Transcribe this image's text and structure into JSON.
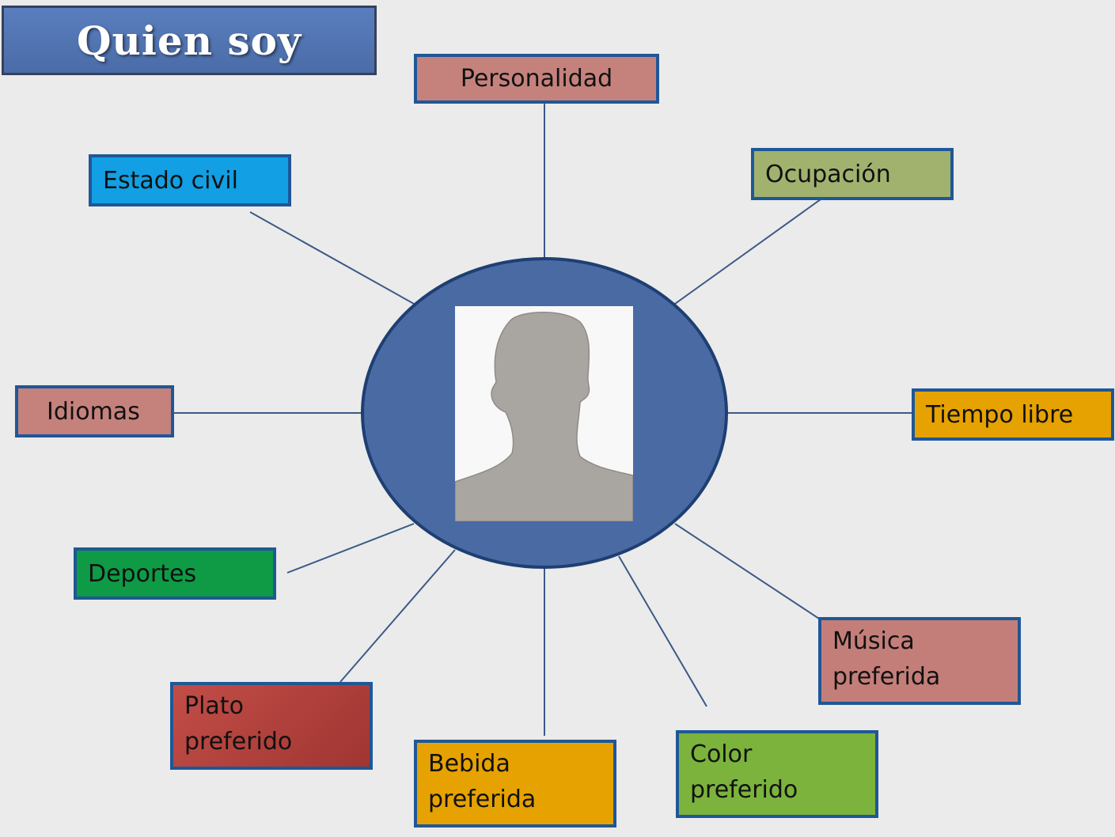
{
  "title": "Quien soy",
  "center": {
    "icon": "person-silhouette-icon",
    "fill": "#4a6aa3"
  },
  "nodes": {
    "personalidad": {
      "label": "Personalidad",
      "color": "#c5827c"
    },
    "ocupacion": {
      "label": "Ocupación",
      "color": "#a1b26e"
    },
    "tiempo_libre": {
      "label": "Tiempo libre",
      "color": "#e6a200"
    },
    "musica": {
      "line1": "Música",
      "line2": "preferida",
      "color": "#c47e79"
    },
    "color": {
      "line1": "Color",
      "line2": "preferido",
      "color": "#7bb33d"
    },
    "bebida": {
      "line1": "Bebida",
      "line2": "preferida",
      "color": "#e6a200"
    },
    "plato": {
      "line1": "Plato",
      "line2": "preferido",
      "color": "#a83d39"
    },
    "deportes": {
      "label": "Deportes",
      "color": "#0f9a45"
    },
    "idiomas": {
      "label": "Idiomas",
      "color": "#c5827c"
    },
    "estado_civil": {
      "label": "Estado civil",
      "color": "#129fe3"
    }
  }
}
